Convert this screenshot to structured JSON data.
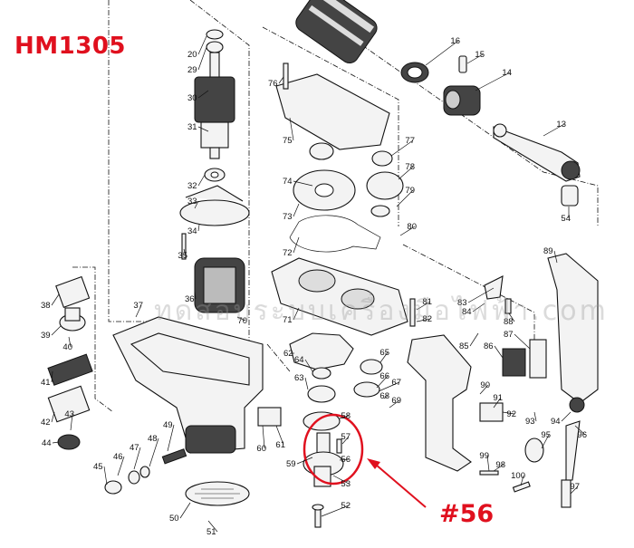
{
  "title": "HM1305",
  "callout": {
    "label": "#56",
    "color": "#e0101e"
  },
  "watermark": "ทดสอบระบบเครื่องมือไฟฟ้า.com",
  "parts": [
    {
      "id": "13",
      "label": "13"
    },
    {
      "id": "14",
      "label": "14"
    },
    {
      "id": "15",
      "label": "15"
    },
    {
      "id": "16",
      "label": "16"
    },
    {
      "id": "20",
      "label": "20"
    },
    {
      "id": "29",
      "label": "29"
    },
    {
      "id": "30",
      "label": "30"
    },
    {
      "id": "31",
      "label": "31"
    },
    {
      "id": "32",
      "label": "32"
    },
    {
      "id": "33",
      "label": "33"
    },
    {
      "id": "34",
      "label": "34"
    },
    {
      "id": "35",
      "label": "35"
    },
    {
      "id": "36",
      "label": "36"
    },
    {
      "id": "37",
      "label": "37"
    },
    {
      "id": "38",
      "label": "38"
    },
    {
      "id": "39",
      "label": "39"
    },
    {
      "id": "40",
      "label": "40"
    },
    {
      "id": "41",
      "label": "41"
    },
    {
      "id": "42",
      "label": "42"
    },
    {
      "id": "43",
      "label": "43"
    },
    {
      "id": "44",
      "label": "44"
    },
    {
      "id": "45",
      "label": "45"
    },
    {
      "id": "46",
      "label": "46"
    },
    {
      "id": "47",
      "label": "47"
    },
    {
      "id": "48",
      "label": "48"
    },
    {
      "id": "49",
      "label": "49"
    },
    {
      "id": "50",
      "label": "50"
    },
    {
      "id": "51",
      "label": "51"
    },
    {
      "id": "52",
      "label": "52"
    },
    {
      "id": "53",
      "label": "53"
    },
    {
      "id": "54",
      "label": "54"
    },
    {
      "id": "56",
      "label": "56"
    },
    {
      "id": "57",
      "label": "57"
    },
    {
      "id": "58",
      "label": "58"
    },
    {
      "id": "59",
      "label": "59"
    },
    {
      "id": "60",
      "label": "60"
    },
    {
      "id": "61",
      "label": "61"
    },
    {
      "id": "62",
      "label": "62"
    },
    {
      "id": "63",
      "label": "63"
    },
    {
      "id": "64",
      "label": "64"
    },
    {
      "id": "65",
      "label": "65"
    },
    {
      "id": "66",
      "label": "66"
    },
    {
      "id": "67",
      "label": "67"
    },
    {
      "id": "68",
      "label": "68"
    },
    {
      "id": "69",
      "label": "69"
    },
    {
      "id": "70",
      "label": "70"
    },
    {
      "id": "71",
      "label": "71"
    },
    {
      "id": "72",
      "label": "72"
    },
    {
      "id": "73",
      "label": "73"
    },
    {
      "id": "74",
      "label": "74"
    },
    {
      "id": "75",
      "label": "75"
    },
    {
      "id": "76",
      "label": "76"
    },
    {
      "id": "77",
      "label": "77"
    },
    {
      "id": "78",
      "label": "78"
    },
    {
      "id": "79",
      "label": "79"
    },
    {
      "id": "80",
      "label": "80"
    },
    {
      "id": "81",
      "label": "81"
    },
    {
      "id": "82",
      "label": "82"
    },
    {
      "id": "83",
      "label": "83"
    },
    {
      "id": "84",
      "label": "84"
    },
    {
      "id": "85",
      "label": "85"
    },
    {
      "id": "86",
      "label": "86"
    },
    {
      "id": "87",
      "label": "87"
    },
    {
      "id": "88",
      "label": "88"
    },
    {
      "id": "89",
      "label": "89"
    },
    {
      "id": "90",
      "label": "90"
    },
    {
      "id": "91",
      "label": "91"
    },
    {
      "id": "92",
      "label": "92"
    },
    {
      "id": "93",
      "label": "93"
    },
    {
      "id": "94",
      "label": "94"
    },
    {
      "id": "95",
      "label": "95"
    },
    {
      "id": "96",
      "label": "96"
    },
    {
      "id": "97",
      "label": "97"
    },
    {
      "id": "98",
      "label": "98"
    },
    {
      "id": "99",
      "label": "99"
    },
    {
      "id": "100",
      "label": "100"
    }
  ]
}
